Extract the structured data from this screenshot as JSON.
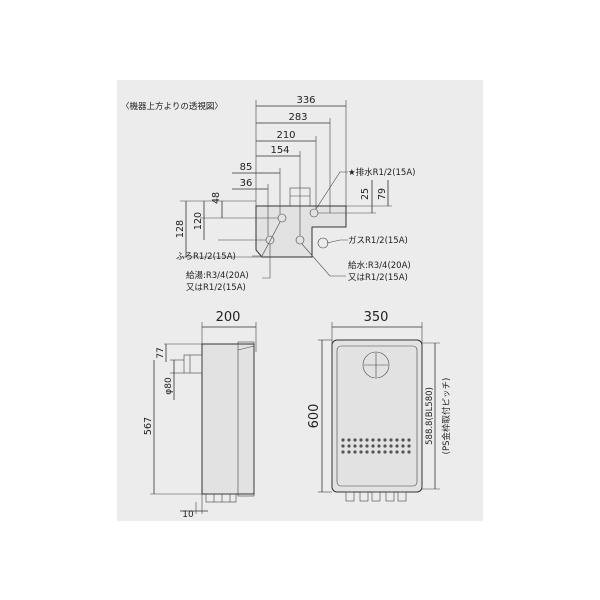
{
  "colors": {
    "page": "#ffffff",
    "panel": "#ececec",
    "line": "#333333",
    "unit_fill": "#e2e2e2"
  },
  "top_view": {
    "title": "〈機器上方よりの透視図〉",
    "dims": {
      "d336": "336",
      "d283": "283",
      "d210": "210",
      "d154": "154",
      "d85": "85",
      "d36": "36",
      "d48": "48",
      "d120": "120",
      "d128": "128",
      "d25": "25",
      "d79": "79"
    },
    "labels": {
      "drain": "★排水R1/2(15A)",
      "gas": "ガスR1/2(15A)",
      "bath": "ふろR1/2(15A)",
      "hot_line1": "給湯:R3/4(20A)",
      "hot_line2": "又はR1/2(15A)",
      "water_line1": "給水:R3/4(20A)",
      "water_line2": "又はR1/2(15A)"
    }
  },
  "side_view": {
    "depth": "200",
    "d77": "77",
    "duct": "φ80",
    "height": "567",
    "bottom": "10"
  },
  "front_view": {
    "width": "350",
    "height": "600",
    "pitch_line1": "588.8(BL580)",
    "pitch_line2": "(PS金枠取付ピッチ)"
  }
}
